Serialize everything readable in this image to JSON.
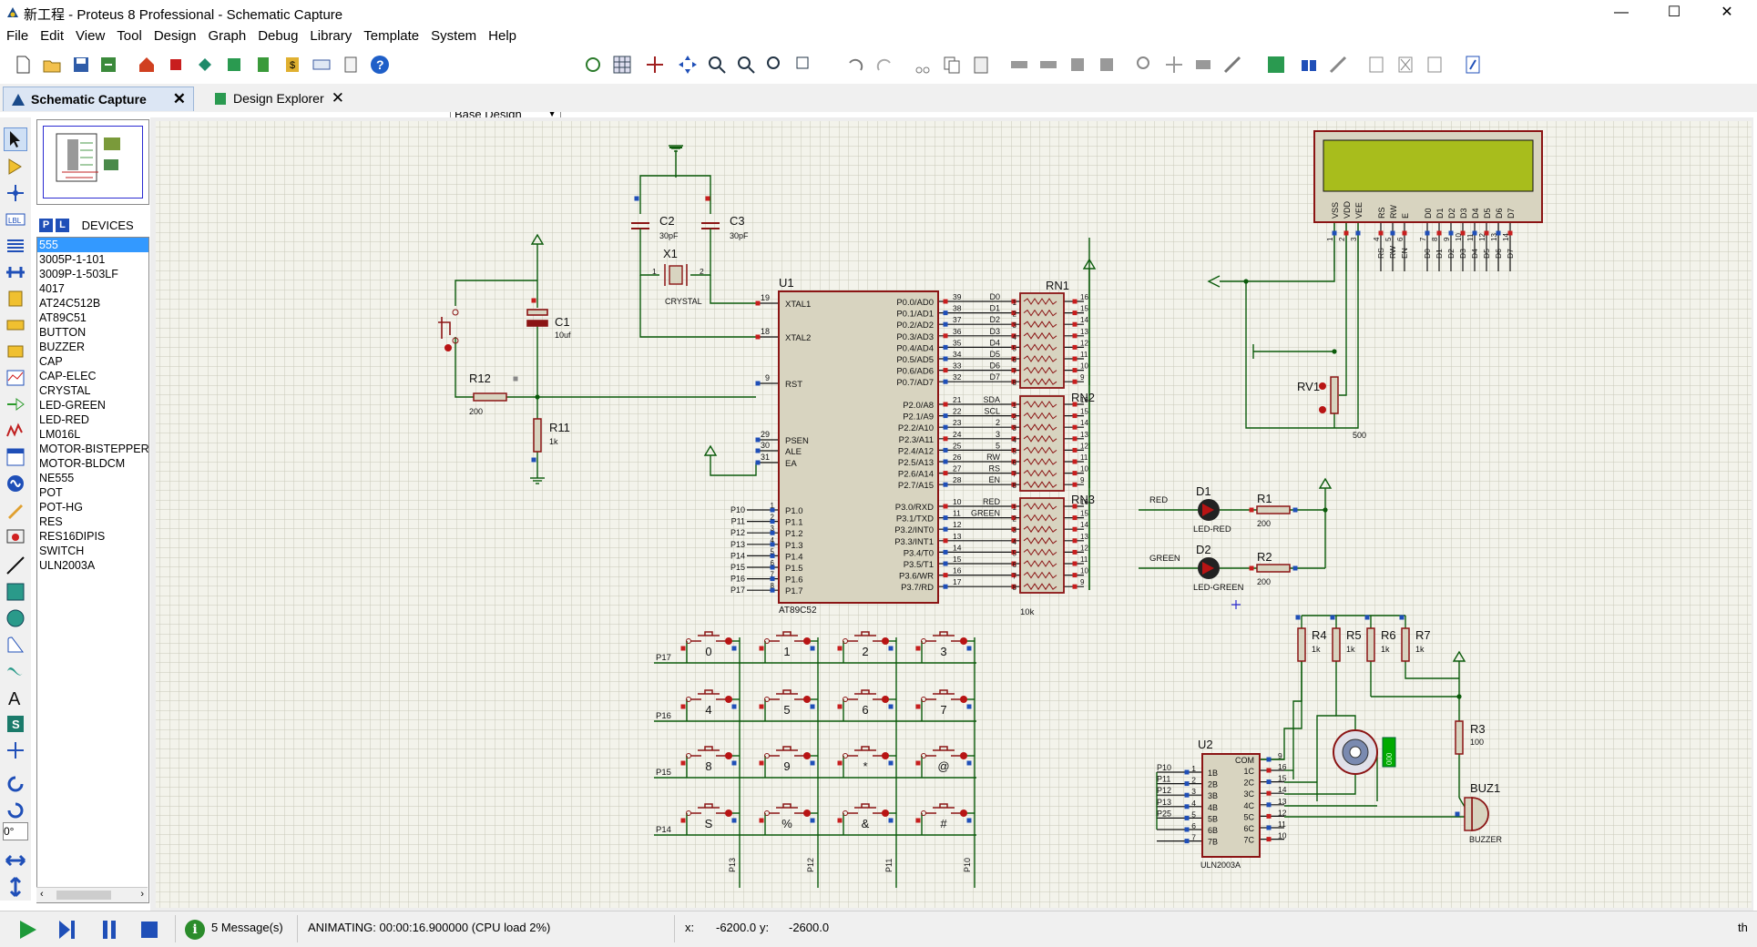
{
  "window": {
    "title": "新工程 - Proteus 8 Professional - Schematic Capture",
    "minimize": "—",
    "maximize": "☐",
    "close": "✕"
  },
  "menu": [
    "File",
    "Edit",
    "View",
    "Tool",
    "Design",
    "Graph",
    "Debug",
    "Library",
    "Template",
    "System",
    "Help"
  ],
  "toolbar": {
    "variant_select": "Base Design"
  },
  "tabs": [
    {
      "label": "Schematic Capture",
      "close": "✕"
    },
    {
      "label": "Design Explorer",
      "close": "✕"
    }
  ],
  "devices": {
    "p_label": "P",
    "l_label": "L",
    "header": "DEVICES",
    "selected_index": 0,
    "items": [
      "555",
      "3005P-1-101",
      "3009P-1-503LF",
      "4017",
      "AT24C512B",
      "AT89C51",
      "BUTTON",
      "BUZZER",
      "CAP",
      "CAP-ELEC",
      "CRYSTAL",
      "LED-GREEN",
      "LED-RED",
      "LM016L",
      "MOTOR-BISTEPPER",
      "MOTOR-BLDCM",
      "NE555",
      "POT",
      "POT-HG",
      "RES",
      "RES16DIPIS",
      "SWITCH",
      "ULN2003A"
    ]
  },
  "rotation": "0°",
  "hscroll": {
    "left": "‹",
    "right": "›"
  },
  "status": {
    "messages": "5 Message(s)",
    "animating": "ANIMATING: 00:00:16.900000 (CPU load 2%)",
    "x_label": "x:",
    "x_value": "-6200.0",
    "y_label": "y:",
    "y_value": "-2600.0",
    "right_text": "th"
  },
  "schematic": {
    "u1": {
      "ref": "U1",
      "part": "AT89C52",
      "left_pins": [
        {
          "num": "19",
          "name": "XTAL1"
        },
        {
          "num": "18",
          "name": "XTAL2"
        },
        {
          "num": "9",
          "name": "RST"
        },
        {
          "num": "29",
          "name": "PSEN"
        },
        {
          "num": "30",
          "name": "ALE"
        },
        {
          "num": "31",
          "name": "EA"
        }
      ],
      "p1_pins": [
        {
          "num": "1",
          "name": "P1.0",
          "net": "P10"
        },
        {
          "num": "2",
          "name": "P1.1",
          "net": "P11"
        },
        {
          "num": "3",
          "name": "P1.2",
          "net": "P12"
        },
        {
          "num": "4",
          "name": "P1.3",
          "net": "P13"
        },
        {
          "num": "5",
          "name": "P1.4",
          "net": "P14"
        },
        {
          "num": "6",
          "name": "P1.5",
          "net": "P15"
        },
        {
          "num": "7",
          "name": "P1.6",
          "net": "P16"
        },
        {
          "num": "8",
          "name": "P1.7",
          "net": "P17"
        }
      ],
      "p0_pins": [
        {
          "num": "39",
          "name": "P0.0/AD0",
          "net": "D0"
        },
        {
          "num": "38",
          "name": "P0.1/AD1",
          "net": "D1"
        },
        {
          "num": "37",
          "name": "P0.2/AD2",
          "net": "D2"
        },
        {
          "num": "36",
          "name": "P0.3/AD3",
          "net": "D3"
        },
        {
          "num": "35",
          "name": "P0.4/AD4",
          "net": "D4"
        },
        {
          "num": "34",
          "name": "P0.5/AD5",
          "net": "D5"
        },
        {
          "num": "33",
          "name": "P0.6/AD6",
          "net": "D6"
        },
        {
          "num": "32",
          "name": "P0.7/AD7",
          "net": "D7"
        }
      ],
      "p2_pins": [
        {
          "num": "21",
          "name": "P2.0/A8",
          "net": "SDA"
        },
        {
          "num": "22",
          "name": "P2.1/A9",
          "net": "SCL"
        },
        {
          "num": "23",
          "name": "P2.2/A10",
          "net": "2"
        },
        {
          "num": "24",
          "name": "P2.3/A11",
          "net": "3"
        },
        {
          "num": "25",
          "name": "P2.4/A12",
          "net": "5"
        },
        {
          "num": "26",
          "name": "P2.5/A13",
          "net": "RW"
        },
        {
          "num": "27",
          "name": "P2.6/A14",
          "net": "RS"
        },
        {
          "num": "28",
          "name": "P2.7/A15",
          "net": "EN"
        }
      ],
      "p3_pins": [
        {
          "num": "10",
          "name": "P3.0/RXD",
          "net": "RED"
        },
        {
          "num": "11",
          "name": "P3.1/TXD",
          "net": "GREEN"
        },
        {
          "num": "12",
          "name": "P3.2/INT0",
          "net": ""
        },
        {
          "num": "13",
          "name": "P3.3/INT1",
          "net": ""
        },
        {
          "num": "14",
          "name": "P3.4/T0",
          "net": ""
        },
        {
          "num": "15",
          "name": "P3.5/T1",
          "net": ""
        },
        {
          "num": "16",
          "name": "P3.6/WR",
          "net": ""
        },
        {
          "num": "17",
          "name": "P3.7/RD",
          "net": ""
        }
      ]
    },
    "crystal": {
      "ref": "X1",
      "part": "CRYSTAL",
      "pin1": "1",
      "pin2": "2"
    },
    "c2": {
      "ref": "C2",
      "val": "30pF"
    },
    "c3": {
      "ref": "C3",
      "val": "30pF"
    },
    "c1": {
      "ref": "C1",
      "val": "10uf"
    },
    "r12": {
      "ref": "R12",
      "val": "200"
    },
    "r11": {
      "ref": "R11",
      "val": "1k"
    },
    "rn1": {
      "ref": "RN1",
      "val": ""
    },
    "rn2": {
      "ref": "RN2",
      "val": ""
    },
    "rn3": {
      "ref": "RN3",
      "val": "10k"
    },
    "rn_right_pins": [
      "16",
      "15",
      "14",
      "13",
      "12",
      "11",
      "10",
      "9"
    ],
    "rn_left_pins": [
      "1",
      "2",
      "3",
      "4",
      "5",
      "6",
      "7",
      "8"
    ],
    "lcd": {
      "pins": [
        "VSS",
        "VDD",
        "VEE",
        "RS",
        "RW",
        "E",
        "D0",
        "D1",
        "D2",
        "D3",
        "D4",
        "D5",
        "D6",
        "D7"
      ],
      "nums": [
        "1",
        "2",
        "3",
        "4",
        "5",
        "6",
        "7",
        "8",
        "9",
        "10",
        "11",
        "12",
        "13",
        "14"
      ],
      "nets": [
        "",
        "",
        "",
        "RS",
        "RW",
        "EN",
        "D0",
        "D1",
        "D2",
        "D3",
        "D4",
        "D5",
        "D6",
        "D7"
      ]
    },
    "rv1": {
      "ref": "RV1",
      "val": "500"
    },
    "d1": {
      "ref": "D1",
      "part": "LED-RED",
      "net": "RED"
    },
    "d2": {
      "ref": "D2",
      "part": "LED-GREEN",
      "net": "GREEN"
    },
    "r1": {
      "ref": "R1",
      "val": "200"
    },
    "r2": {
      "ref": "R2",
      "val": "200"
    },
    "r4": {
      "ref": "R4",
      "val": "1k"
    },
    "r5": {
      "ref": "R5",
      "val": "1k"
    },
    "r6": {
      "ref": "R6",
      "val": "1k"
    },
    "r7": {
      "ref": "R7",
      "val": "1k"
    },
    "r3": {
      "ref": "R3",
      "val": "100"
    },
    "buz1": {
      "ref": "BUZ1",
      "part": "BUZZER"
    },
    "motor": {
      "display": "000"
    },
    "u2": {
      "ref": "U2",
      "part": "ULN2003A",
      "in_pins": [
        {
          "num": "1",
          "name": "1B",
          "net": "P10"
        },
        {
          "num": "2",
          "name": "2B",
          "net": "P11"
        },
        {
          "num": "3",
          "name": "3B",
          "net": "P12"
        },
        {
          "num": "4",
          "name": "4B",
          "net": "P13"
        },
        {
          "num": "5",
          "name": "5B",
          "net": "P25"
        },
        {
          "num": "6",
          "name": "6B",
          "net": ""
        },
        {
          "num": "7",
          "name": "7B",
          "net": ""
        }
      ],
      "out_pins": [
        {
          "num": "9",
          "name": "COM"
        },
        {
          "num": "16",
          "name": "1C"
        },
        {
          "num": "15",
          "name": "2C"
        },
        {
          "num": "14",
          "name": "3C"
        },
        {
          "num": "13",
          "name": "4C"
        },
        {
          "num": "12",
          "name": "5C"
        },
        {
          "num": "11",
          "name": "6C"
        },
        {
          "num": "10",
          "name": "7C"
        }
      ]
    },
    "keypad": {
      "keys": [
        "0",
        "1",
        "2",
        "3",
        "4",
        "5",
        "6",
        "7",
        "8",
        "9",
        "*",
        "@",
        "S",
        "%",
        "&",
        "#"
      ],
      "rows": [
        "P17",
        "P16",
        "P15",
        "P14"
      ],
      "cols": [
        "P13",
        "P12",
        "P11",
        "P10"
      ]
    }
  }
}
